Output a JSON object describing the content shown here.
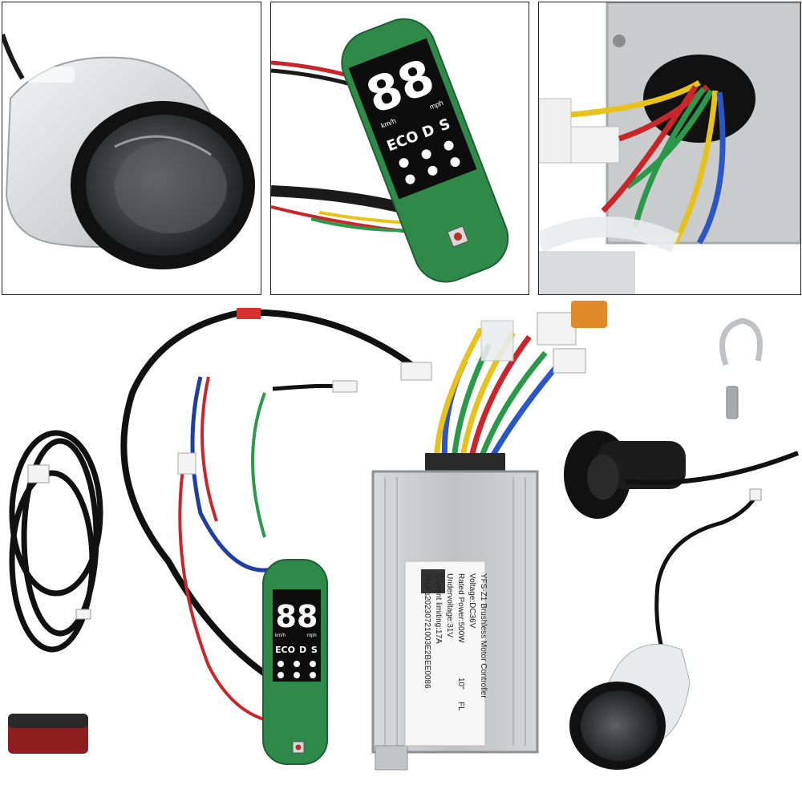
{
  "display": {
    "speed_digits": "88",
    "unit_kmh": "km/h",
    "unit_mph": "mph",
    "mode_eco": "ECO",
    "mode_d": "D",
    "mode_s": "S"
  },
  "controller_label": {
    "line1": "YFS-Z1 Brushless Motor Controller",
    "line2": "Voltage:DC36V",
    "line3": "Rated Power:500W",
    "line4": "Undervoltage:31V",
    "line5": "Current limiting:17A",
    "line6": "YouFs20230721003E2BEE0086",
    "size": "10\"",
    "fl": "FL"
  },
  "colors": {
    "pcb_green": "#2f8a4a",
    "wire_red": "#c8262a",
    "wire_yellow": "#e6c21a",
    "wire_green": "#2a9a4a",
    "wire_blue": "#2a56c8",
    "connector_orange": "#e08a2a",
    "housing": "#c9cbcd"
  }
}
